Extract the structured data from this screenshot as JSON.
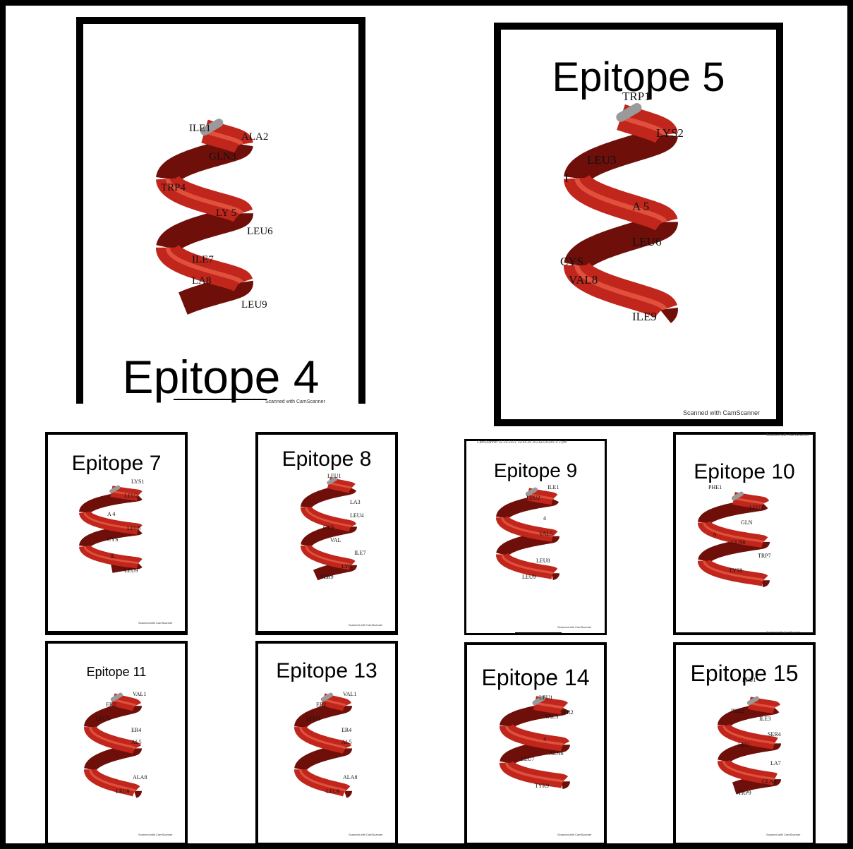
{
  "colors": {
    "helix": "#c0261c",
    "helix_dark": "#6e0f0a",
    "helix_light": "#e0503c",
    "terminus": "#9a9a9a",
    "frame": "#000000"
  },
  "epitopes": [
    {
      "id": "4",
      "title": "Epitope 4",
      "footnote": "Scanned with CamScanner",
      "residues": [
        "ILE1",
        "ALA2",
        "GLN3",
        "TRP4",
        "LY 5",
        "LEU6",
        "ILE7",
        "LA8",
        "LEU9"
      ]
    },
    {
      "id": "5",
      "title": "Epitope 5",
      "footnote": "Scanned with CamScanner",
      "residues": [
        "TRP1",
        "LYS2",
        "LEU3",
        "I",
        "A 5",
        "LEU6",
        "CYS",
        "VAL8",
        "ILE9"
      ]
    },
    {
      "id": "7",
      "title": "Epitope 7",
      "footnote": "Scanned with CamScanner",
      "residues": [
        "LYS1",
        "LEU2",
        "A 4",
        "LEU5",
        "CYS",
        "IL",
        "LEU9"
      ]
    },
    {
      "id": "8",
      "title": "Epitope 8",
      "footnote": "Scanned with CamScanner",
      "residues": [
        "LEU1",
        "LA3",
        "LEU4",
        "CYS",
        "VAL",
        "ILE7",
        "LY8",
        "SER9"
      ]
    },
    {
      "id": "9",
      "title": "Epitope 9",
      "footnote": "Scanned with CamScanner",
      "top_strip": "CamScanner 02-26-2021 19.54.39 2021022619570 2.pdf",
      "residues": [
        "ILE1",
        "LEU2",
        "4",
        "VAL5",
        "LEU8",
        "LEU9"
      ]
    },
    {
      "id": "10",
      "title": "Epitope 10",
      "footnote": "Scanned with CamScanner",
      "top_strip": "Scanned with CamScanner",
      "residues": [
        "PHE1",
        "LEU3",
        "GLN",
        "A",
        "GLN6",
        "TRP7",
        "LYS9"
      ]
    },
    {
      "id": "11",
      "title": "Epitope 11",
      "footnote": "Scanned with CamScanner",
      "residues": [
        "VAL1",
        "ER2",
        "LEU3",
        "ER4",
        "AL5",
        "ALA8",
        "LEU9"
      ]
    },
    {
      "id": "13",
      "title": "Epitope 13",
      "footnote": "Scanned with CamScanner",
      "residues": [
        "VAL1",
        "ER2",
        "LEU3",
        "ER4",
        "AL5",
        "ALA8",
        "LEU9"
      ]
    },
    {
      "id": "14",
      "title": "Epitope 14",
      "footnote": "Scanned with CamScanner",
      "residues": [
        "LEU1",
        "SER2",
        "VAL3",
        "4",
        "ALA6",
        "LEU7",
        "TYR9"
      ]
    },
    {
      "id": "15",
      "title": "Epitope 15",
      "footnote": "Scanned with CamScanner",
      "residues": [
        "LEU1",
        "PHE2",
        "ILE3",
        "SER4",
        "LEU",
        "LA7",
        "GLN8",
        "TRP9"
      ]
    }
  ]
}
